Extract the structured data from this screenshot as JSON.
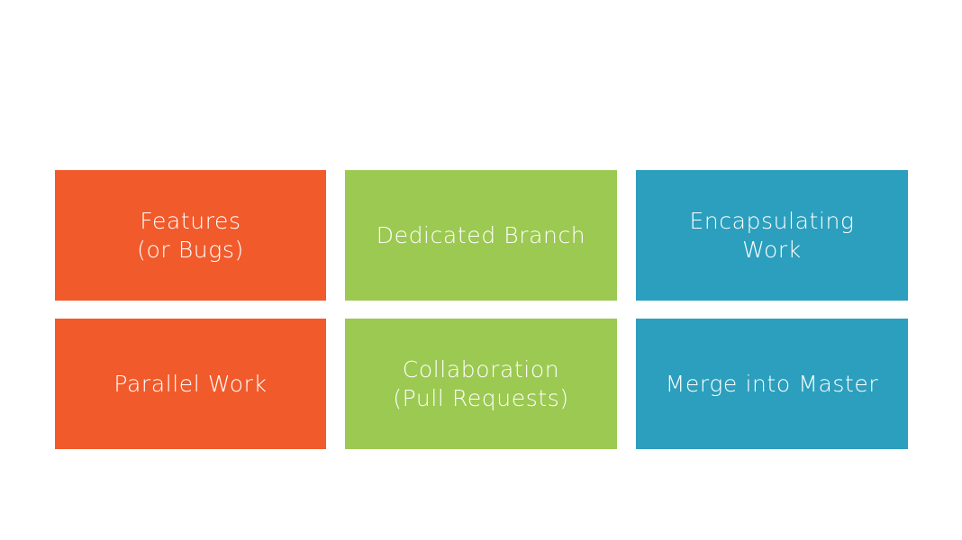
{
  "colors": {
    "orange": "#f15a2b",
    "green": "#9cc952",
    "blue": "#2b9fbd"
  },
  "tiles": [
    {
      "label": "Features\n(or Bugs)",
      "color": "#f15a2b"
    },
    {
      "label": "Dedicated Branch",
      "color": "#9cc952"
    },
    {
      "label": "Encapsulating\nWork",
      "color": "#2b9fbd"
    },
    {
      "label": "Parallel Work",
      "color": "#f15a2b"
    },
    {
      "label": "Collaboration\n(Pull Requests)",
      "color": "#9cc952"
    },
    {
      "label": "Merge into Master",
      "color": "#2b9fbd"
    }
  ]
}
